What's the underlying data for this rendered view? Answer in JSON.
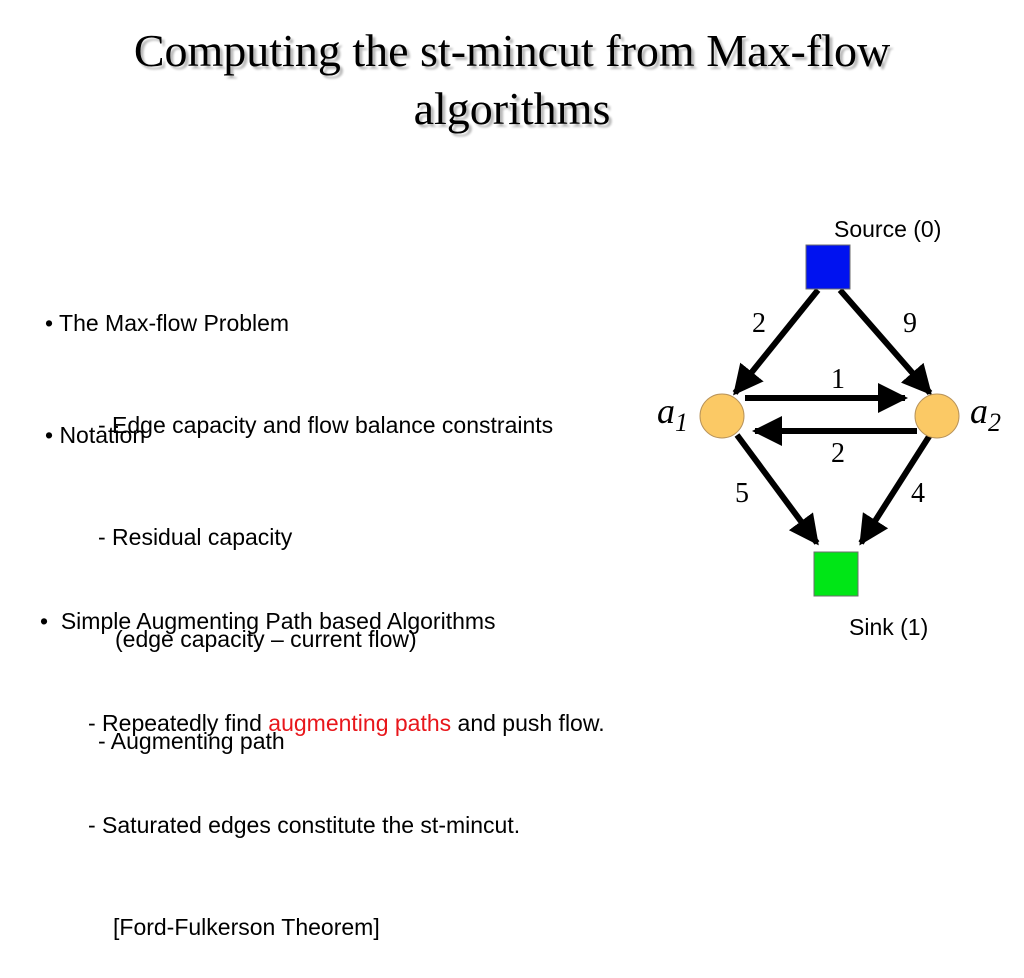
{
  "title": {
    "line1": "Computing the st-mincut from Max-flow",
    "line2": "algorithms"
  },
  "bullets": {
    "maxflow": {
      "heading": "• The Max-flow Problem",
      "sub1": "- Edge capacity and flow balance constraints"
    },
    "notation": {
      "heading": "• Notation",
      "sub1": "- Residual capacity",
      "sub2": "(edge capacity – current flow)",
      "sub3": "- Augmenting path"
    },
    "simple": {
      "heading": "•  Simple Augmenting Path based Algorithms",
      "sub1_pre": "- Repeatedly find ",
      "sub1_red": "augmenting paths",
      "sub1_post": " and push flow.",
      "sub2": "- Saturated edges constitute the st-mincut.",
      "sub3": "[Ford-Fulkerson Theorem]"
    }
  },
  "graph": {
    "source_label": "Source (0)",
    "sink_label": "Sink (1)",
    "node_a1": {
      "letter": "a",
      "index": "1"
    },
    "node_a2": {
      "letter": "a",
      "index": "2"
    },
    "edges": {
      "source_a1": "2",
      "source_a2": "9",
      "a1_a2": "1",
      "a2_a1": "2",
      "a1_sink": "5",
      "a2_sink": "4"
    },
    "colors": {
      "source": "#0012f0",
      "sink": "#00e616",
      "node": "#fbc965",
      "edge": "#000000"
    }
  }
}
